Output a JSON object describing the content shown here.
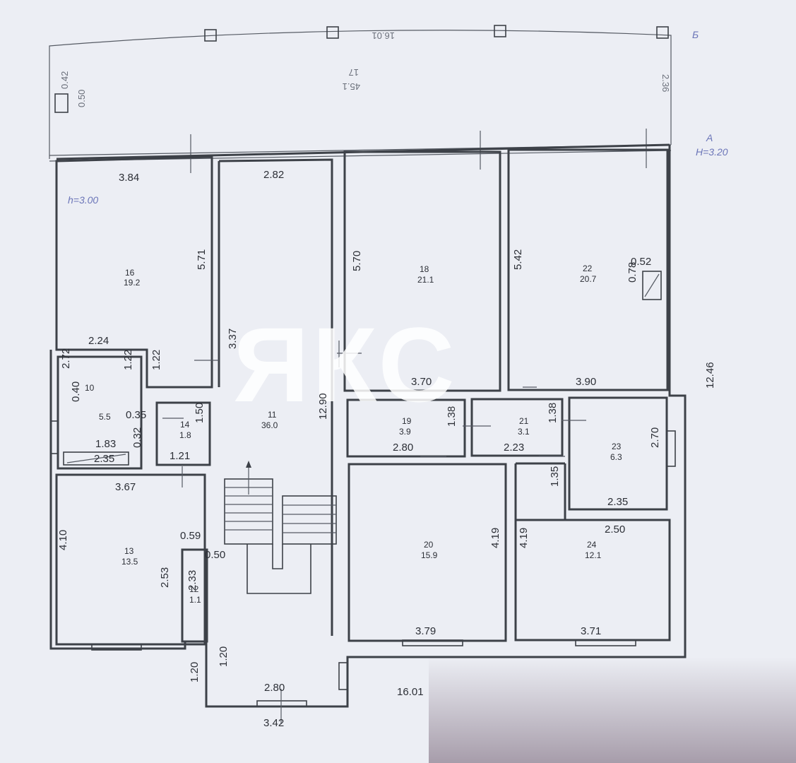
{
  "watermark": "ЯКС",
  "header": {
    "top_length": "16.01",
    "balcony_id": "17",
    "balcony_area": "45.1",
    "side_width": "2.36",
    "left_vert": "0.50",
    "left_small": "0.42",
    "axis_mark_b": "Б",
    "axis_mark_a": "А",
    "level_mark": "H=3.20",
    "ceiling_height": "h=3.00"
  },
  "rooms": [
    {
      "id": "16",
      "area": "19.2"
    },
    {
      "id": "11",
      "area": "36.0"
    },
    {
      "id": "18",
      "area": "21.1"
    },
    {
      "id": "22",
      "area": "20.7"
    },
    {
      "id": "10",
      "area": "5.5"
    },
    {
      "id": "14",
      "area": "1.8"
    },
    {
      "id": "19",
      "area": "3.9"
    },
    {
      "id": "21",
      "area": "3.1"
    },
    {
      "id": "23",
      "area": "6.3"
    },
    {
      "id": "13",
      "area": "13.5"
    },
    {
      "id": "12",
      "area": "1.1"
    },
    {
      "id": "20",
      "area": "15.9"
    },
    {
      "id": "24",
      "area": "12.1"
    }
  ],
  "dims": {
    "d_384": "3.84",
    "d_282": "2.82",
    "d_571": "5.71",
    "d_570": "5.70",
    "d_542": "5.42",
    "d_052": "0.52",
    "d_078": "0.78",
    "d_224": "2.24",
    "d_122a": "1.22",
    "d_122b": "1.22",
    "d_337": "3.37",
    "d_272": "2.72",
    "d_040": "0.40",
    "d_035": "0.35",
    "d_150": "1.50",
    "d_183": "1.83",
    "d_032": "0.32",
    "d_235v": "2.35",
    "d_121": "1.21",
    "d_1290": "12.90",
    "d_370": "3.70",
    "d_390": "3.90",
    "d_1246": "12.46",
    "d_280a": "2.80",
    "d_138a": "1.38",
    "d_223": "2.23",
    "d_138b": "1.38",
    "d_270": "2.70",
    "d_235h": "2.35",
    "d_135": "1.35",
    "d_250": "2.50",
    "d_367": "3.67",
    "d_059": "0.59",
    "d_050": "0.50",
    "d_410": "4.10",
    "d_253": "2.53",
    "d_233": "2.33",
    "d_419a": "4.19",
    "d_419b": "4.19",
    "d_379": "3.79",
    "d_371": "3.71",
    "d_120a": "1.20",
    "d_120b": "1.20",
    "d_280b": "2.80",
    "d_1601": "16.01",
    "d_342": "3.42"
  },
  "colors": {
    "wall": "#3d4148",
    "background": "#eceef4",
    "accent_blue": "#6b75b8"
  }
}
